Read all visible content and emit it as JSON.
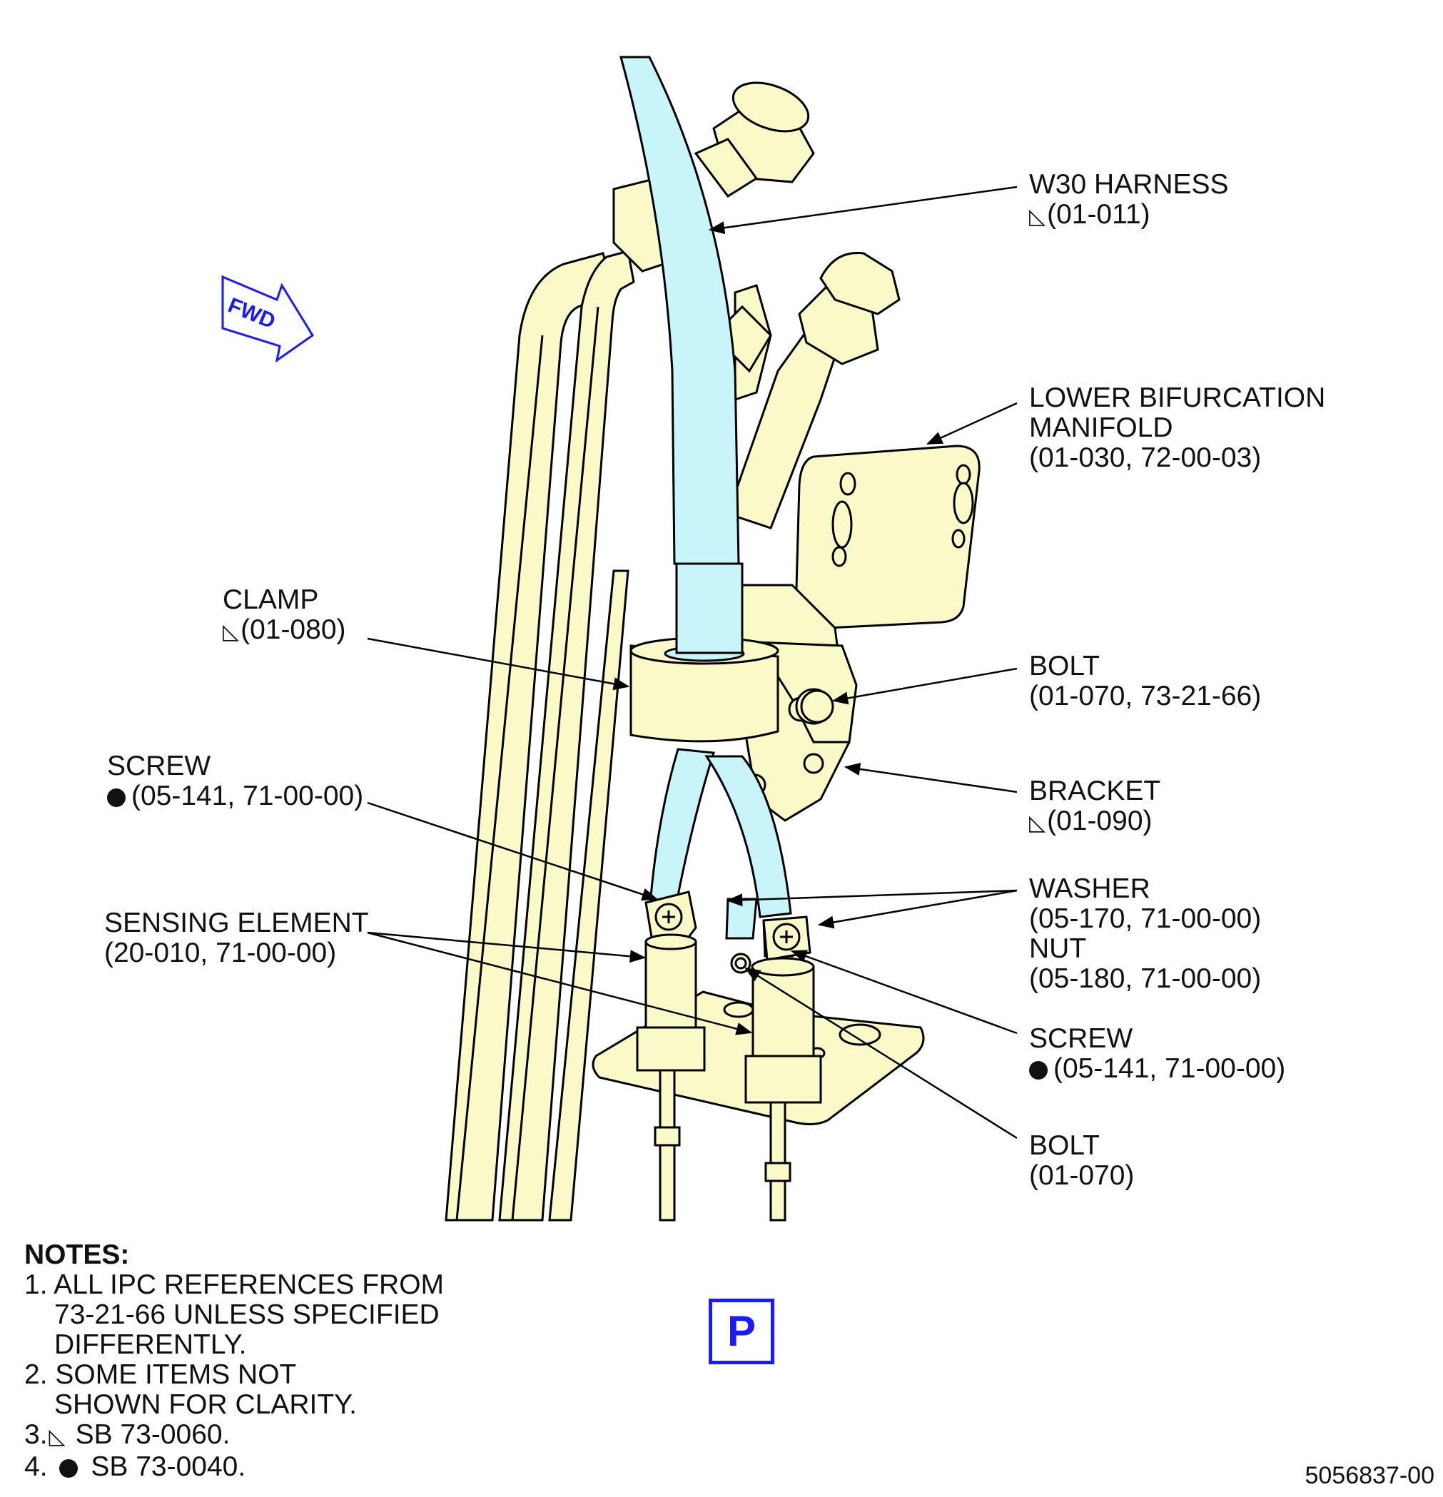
{
  "callouts": {
    "w30_harness": {
      "line1": "W30 HARNESS",
      "line2": "(01-011)"
    },
    "lower_bifurcation": {
      "line1": "LOWER BIFURCATION",
      "line2": "MANIFOLD",
      "line3": "(01-030, 72-00-03)"
    },
    "bolt_upper": {
      "line1": "BOLT",
      "line2": "(01-070, 73-21-66)"
    },
    "bracket": {
      "line1": "BRACKET",
      "line2": "(01-090)"
    },
    "washer": {
      "line1": "WASHER",
      "line2": "(05-170, 71-00-00)"
    },
    "nut": {
      "line1": "NUT",
      "line2": "(05-180, 71-00-00)"
    },
    "screw_right": {
      "line1": "SCREW",
      "line2": "(05-141, 71-00-00)"
    },
    "bolt_lower": {
      "line1": "BOLT",
      "line2": "(01-070)"
    },
    "clamp": {
      "line1": "CLAMP",
      "line2": "(01-080)"
    },
    "screw_left": {
      "line1": "SCREW",
      "line2": "(05-141, 71-00-00)"
    },
    "sensing_element": {
      "line1": "SENSING ELEMENT",
      "line2": "(20-010, 71-00-00)"
    }
  },
  "fwd_label": "FWD",
  "notes": {
    "title": "NOTES:",
    "n1a": "1. ALL IPC REFERENCES FROM",
    "n1b": "73-21-66 UNLESS SPECIFIED",
    "n1c": "DIFFERENTLY.",
    "n2a": "2. SOME ITEMS NOT",
    "n2b": "SHOWN FOR CLARITY.",
    "n3_prefix": "3.",
    "n3_text": "SB 73-0060.",
    "n4_prefix": "4.",
    "n4_text": "SB 73-0040."
  },
  "p_box": "P",
  "figure_number": "5056837-00",
  "colors": {
    "part_fill": "#fafac8",
    "harness_fill": "#c8f5fa",
    "fwd_blue": "#1a1aff",
    "outline": "#000000"
  }
}
